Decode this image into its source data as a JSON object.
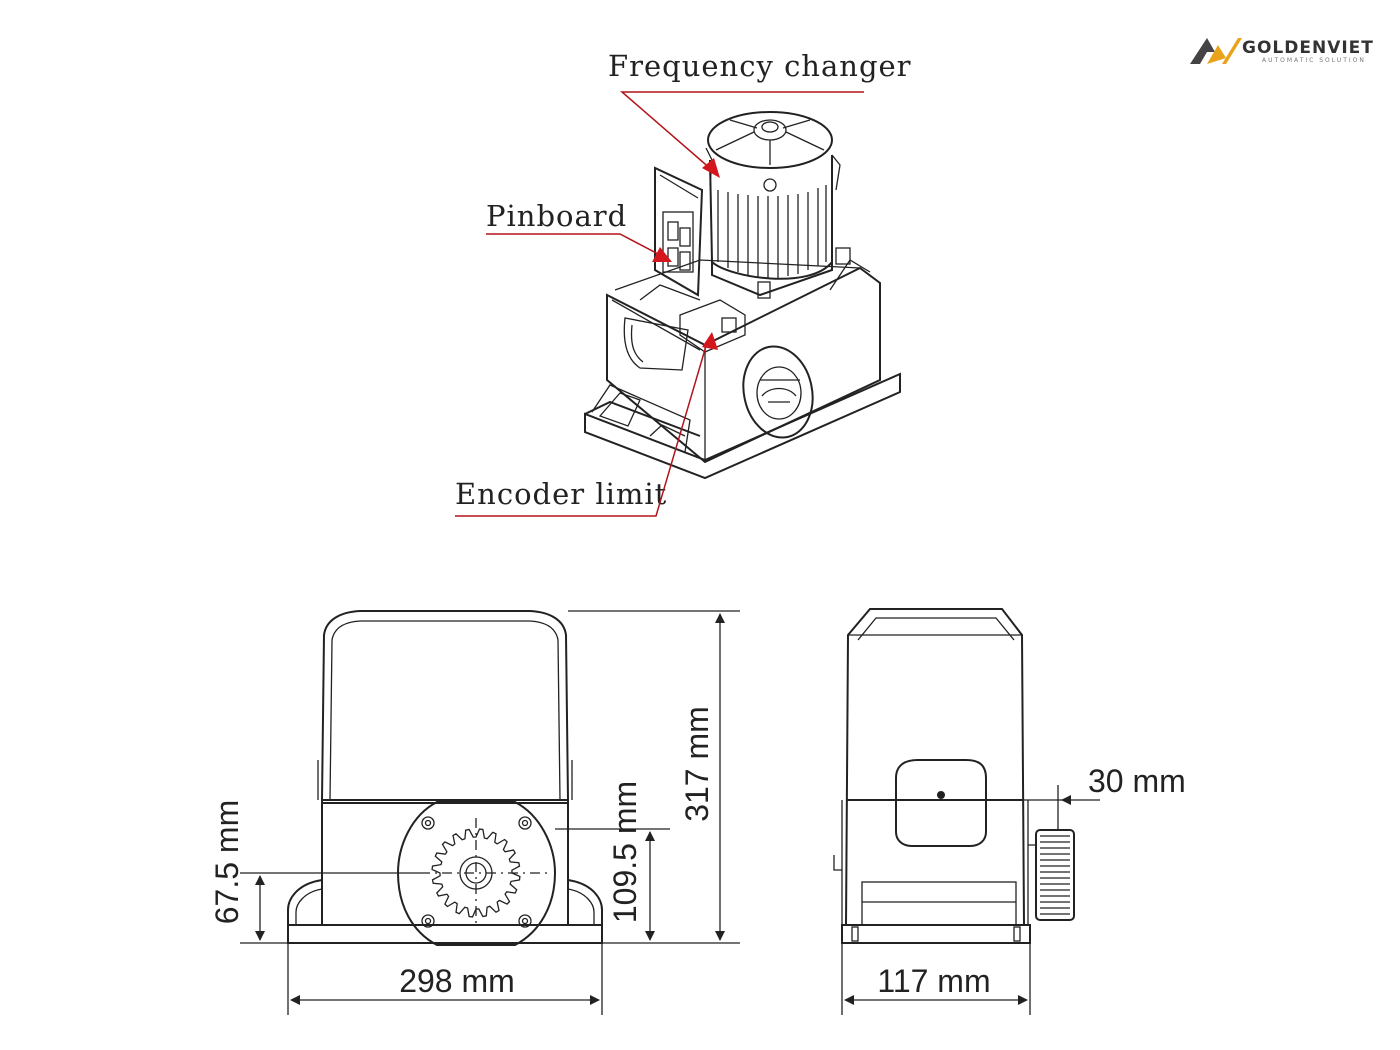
{
  "brand": {
    "name": "GOLDENVIET",
    "tagline": "AUTOMATIC SOLUTION",
    "accent_color": "#e8a31a"
  },
  "callouts": {
    "frequency_changer": "Frequency changer",
    "pinboard": "Pinboard",
    "encoder_limit": "Encoder limit"
  },
  "dimensions": {
    "width_front": "298 mm",
    "height_total": "317 mm",
    "gear_height": "109.5 mm",
    "base_height": "67.5 mm",
    "depth_side": "117 mm",
    "gear_offset": "30 mm"
  },
  "colors": {
    "callout_line": "#b3141a",
    "arrow": "#d4171e",
    "drawing": "#222222"
  }
}
